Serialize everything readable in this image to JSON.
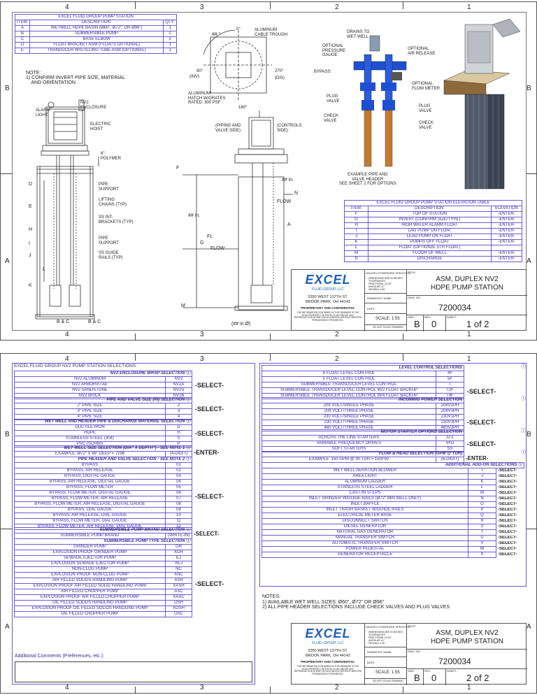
{
  "zones_top": [
    "4",
    "3",
    "2",
    "1"
  ],
  "zones_side": [
    "B",
    "A"
  ],
  "sheet1": {
    "station_table": {
      "title": "EXCEL FLUID GROUP PUMP STATION",
      "headers": [
        "ITEM:",
        "DESCRIPTION:",
        "QTY:"
      ],
      "rows": [
        [
          "A",
          "WETWELL HDPE BASIN (Ø60\", Ø72\", OR Ø96\")",
          "1"
        ],
        [
          "B",
          "SUBMERSIBLE PUMP",
          "2"
        ],
        [
          "C",
          "BASE ELBOW",
          "2"
        ],
        [
          "D",
          "FLOAT BRACKET ASM (FLOATS OPTIONAL)",
          "1"
        ],
        [
          "E",
          "TRANDUCER W/STILLING TUBE ASM (OPTIONAL)",
          "1"
        ]
      ]
    },
    "note": "NOTE:\n1) CONFIRM INVERT PIPE SIZE, MATERIAL\n    AND ORIENTATION",
    "left_labels": {
      "alarm_light": "ALARM\nLIGHT",
      "enclosure": "NV2\nENCLOSURE",
      "hoist": "ELECTRIC\nHOIST",
      "poly": "6\"\nPOLYMER",
      "pipe_support1": "PIPE\nSUPPORT",
      "lifting": "LIFTING\nCHAINS (TYP)",
      "brackets": "SS INT-\nBRACKETS (TYP)",
      "pipe_support2": "PIPE\nSUPPORT",
      "rails": "SS GUIDE\nRAILS (TYP)",
      "d": "D",
      "e": "E",
      "h": "H",
      "i": "I",
      "j": "J",
      "l": "L",
      "k": "K",
      "bc1": "B & C",
      "bc2": "B & C"
    },
    "plan_labels": {
      "angle": "## °",
      "zero": "0°",
      "trough": "ALUMINUM\nCABLE TROUGH",
      "ninety": "90°",
      "inv": "(INV)",
      "two70": "270°",
      "dis": "(DIS)",
      "hatch": "ALUMINUM\nHATCH W/GRATES\nRATED: 300 PSF",
      "one80": "180°",
      "piping_side": "(PIPING AND\nVALVE SIDE)",
      "controls_side": "(CONTROLS\nSIDE)"
    },
    "section_labels": {
      "f": "F",
      "g": "G",
      "fl": "FL",
      "flow1": "FLOW",
      "flow2": "FLOW",
      "n": "N",
      "a": "A",
      "m": "M",
      "dim1": "## in.",
      "dim2": "## in.",
      "dim3": "(## in.Ø)"
    },
    "valve_labels": {
      "drains": "DRAINS TO\nWET WELL",
      "gauge": "OPTIONAL\nPRESSURE\nGAUGE",
      "release": "OPTIONAL\nAIR RELEASE",
      "bypass": "BYPASS",
      "flowmeter": "OPTIONAL\nFLOW METER",
      "plug1": "PLUG\nVALVE",
      "plug2": "PLUG\nVALVE",
      "check1": "CHECK\nVALVE",
      "check2": "CHECK\nVALVE",
      "caption": "EXAMPLE PIPE AND\nVALVE HEADER\nSEE SHEET 2 FOR OPTIONS"
    },
    "elevation_table": {
      "title": "EXCEL FLUID GROUP PUMP STATION ELEVATION TABLE",
      "headers": [
        "ITEM:",
        "DESCRIPTION:",
        "ELEVATION"
      ],
      "rows": [
        [
          "F",
          "TOP OF STATION",
          "-ENTER-"
        ],
        [
          "G",
          "INVERT (CONFIRM SIZE/TYPE)",
          "-ENTER-"
        ],
        [
          "H",
          "HIGH WATER ALARM FLOAT",
          "-ENTER-"
        ],
        [
          "I",
          "LAG PUMP ON FLOAT",
          "-ENTER-"
        ],
        [
          "J",
          "LEAD PUMP ON FLOAT",
          "-ENTER-"
        ],
        [
          "K",
          "PUMPS OFF FLOAT",
          "-ENTER-"
        ],
        [
          "L",
          "FLOAT (OPTIONAL 5TH FLOAT)",
          ""
        ],
        [
          "M",
          "FLOOR OF WELL",
          "-ENTER-"
        ],
        [
          "N",
          "DISCHARGE",
          "-ENTER-"
        ]
      ]
    },
    "title_block": {
      "sheet": "1 of 2"
    }
  },
  "title_block_common": {
    "logo": "EXCEL",
    "logo_sub": "FLUID GROUP, LLC",
    "address1": "5350 WEST 137TH ST.",
    "address2": "BROOK PARK, OH 44142",
    "prop": "PROPRIETARY AND CONFIDENTIAL",
    "disclaimer": "THE INFORMATION CONTAINED IN THIS DRAWING IS THE SOLE PROPERTY OF EXCEL FLUID GROUP. ANY REPRODUCTION IN PART OR AS A WHOLE WITHOUT WRITTEN PERMISSION IS PROHIBITED.",
    "unless": "UNLESS OTHERWISE SPECIFIED:",
    "tol": "DIMENSIONS ARE IN INCHES\nTOLERANCES:\nFRACTIONAL ±1/16\"\nANGULAR ±1°\nDECIMAL ±.06",
    "drawn": "DRAWN BY: NAME",
    "date": "DATE",
    "scale": "SCALE: 1:55",
    "noscale": "DO NOT SCALE DRAWING",
    "title_lbl": "TITLE:",
    "title": "ASM, DUPLEX NV2\nHDPE PUMP STATION",
    "dwg_lbl": "DWG. NO.",
    "dwg": "7200034",
    "size_lbl": "SIZE:",
    "size": "B",
    "rev_lbl": "REV.",
    "rev": "0",
    "sheet_lbl": "SHEET:"
  },
  "sheet2": {
    "left_title": "EXCEL FLUID GROUP NV2 PUMP STATION SELECTIONS:",
    "enclosure": {
      "title": "NV2 ENCLOSURE WRAP SELECTION",
      "rows": [
        [
          "NV2 ALUMINUM",
          "NV2"
        ],
        [
          "NV2 ARBORVITAE",
          "NV2A"
        ],
        [
          "NV2 SANDSTONE",
          "NV2S"
        ],
        [
          "NV2 BRICK",
          "NV2B"
        ]
      ]
    },
    "pipe_size": {
      "title": "PIPE AND VALVE SIZE (IN) SELECTION",
      "rows": [
        [
          "2\" PIPE SIZE",
          "2"
        ],
        [
          "3\" PIPE SIZE",
          "3"
        ],
        [
          "4\" PIPE SIZE",
          "4"
        ]
      ]
    },
    "material": {
      "title": "WET WELL AND HEADER PIPE & DISCHARGE MATERIAL SELECTION",
      "rows": [
        [
          "DUCTILE IRON",
          "D"
        ],
        [
          "HDPE",
          "H"
        ],
        [
          "STAINLESS STEEL (304)",
          "S"
        ],
        [
          "PVC (SCH80)",
          "P"
        ]
      ]
    },
    "wetwell": {
      "title": "WET WELL SIZE SELECTION (DIA\" X DEPTH\") - SEE NOTE 1",
      "rows": [
        [
          "EXAMPLE: Ø72\" X 96\" DEEP = 7296",
          "(4-DIGIT)"
        ]
      ]
    },
    "header": {
      "title": "PIPE HEADER AND VALVE SELECTION - SEE NOTE 2",
      "rows": [
        [
          "BYPASS",
          "01"
        ],
        [
          "BYPASS, AIR RELEASE",
          "02"
        ],
        [
          "BYPASS, DIGITAL GAUGE",
          "03"
        ],
        [
          "BYPASS, AIR RELEASE, DIGITAL GAUGE",
          "04"
        ],
        [
          "BYPASS, FLOW METER",
          "05"
        ],
        [
          "BYPASS, FLOW METER, DIGITAL GAUGE",
          "06"
        ],
        [
          "BYPASS, FLOW METER, AIR RELEASE",
          "07"
        ],
        [
          "BYPASS, FLOW METER, AIR RELEASE, DIGITAL GAUGE",
          "08"
        ],
        [
          "BYPASS, DIAL GAUGE",
          "09"
        ],
        [
          "BYPASS, AIR RELEASE, DIAL GAUGE",
          "10"
        ],
        [
          "BYPASS, FLOW METER, DIAL GAUGE",
          "11"
        ],
        [
          "BYPASS, FLOW METER, AIR RELEASE, DIAL GAUGE",
          "12"
        ]
      ]
    },
    "brand": {
      "title": "SUBMERSIBLE PUMP BRAND SELECTION",
      "rows": [
        [
          "SUBMERSIBLE PUMP BRAND",
          "(WRITE-IN)"
        ]
      ]
    },
    "pumptype": {
      "title": "SUBMERSIBLE PUMP TYPE SELECTION",
      "rows": [
        [
          "GRINDER PUMP",
          "GR"
        ],
        [
          "EXPLOSION PROOF GRINDER PUMP",
          "XGR"
        ],
        [
          "SEWAGE EJECTOR PUMP",
          "EJ"
        ],
        [
          "EXPLOSION SEWAGE EJECTOR PUMP",
          "XEJ"
        ],
        [
          "NON-CLOG PUMP",
          "NC"
        ],
        [
          "EXPLOSION PROOF NON-CLOG PUMP",
          "XNC"
        ],
        [
          "AIR FILLED SOLIDS HANDLING PUMP",
          "ASH"
        ],
        [
          "EXPLOSION PROOF AIR FILLED SOLID HANDLING PUMP",
          "XASH"
        ],
        [
          "AIR FILLED CHOPPER PUMP",
          "ASC"
        ],
        [
          "EXPLOSION PROOF AIR FILLED CHOPPER PUMP",
          "XASC"
        ],
        [
          "OIL FILLED SOLIDS HANDLING PUMP",
          "OSH"
        ],
        [
          "EXPLOSION PROOF OIL FILLED SOLIDS HANDLING PUMP",
          "XOSH"
        ],
        [
          "OIL FILLED CHOPPER PUMP",
          "OSC"
        ]
      ]
    },
    "comments": "Additional Comments (Preferences, etc.):",
    "level": {
      "title": "LEVEL CONTROL SELECTIONS",
      "rows": [
        [
          "4 FLOAT LEVEL CONTROL",
          "4F"
        ],
        [
          "5 FLOAT LEVEL CONTROL",
          "5F"
        ],
        [
          "SUBMERSIBLE TRANSDUCER LEVEL CONTROL",
          "T"
        ],
        [
          "SUBMERSIBLE TRANSDUCER LEVEL CONTROL W/2 FLOAT BACKUP",
          "T2F"
        ],
        [
          "SUBMERSIBLE TRANSDUCER LEVEL CONTROL W/4 FLOAT BACKUP",
          "T4F"
        ]
      ]
    },
    "power": {
      "title": "INCOMING POWER SELECTION",
      "rows": [
        [
          "208 VOLT/SINGLE PHASE",
          "208V1PH"
        ],
        [
          "208 VOLT/THREE PHASE",
          "208V3PH"
        ],
        [
          "230 VOLT/SINGLE PHASE",
          "230V1PH"
        ],
        [
          "230 VOLT/THREE PHASE",
          "230V3PH"
        ],
        [
          "460 VOLT/THREE PHASE",
          "460V3PH"
        ]
      ]
    },
    "starter": {
      "title": "MOTOR STARTER OPTIONS SELECTION",
      "rows": [
        [
          "ACROSS THE LINE STARTERS",
          "ATL"
        ],
        [
          "VARIABLE FREQUENCY DRIVES",
          "VFD"
        ],
        [
          "SOFT STARTERS",
          "SS"
        ]
      ]
    },
    "flow": {
      "title": "FLOW & HEAD SELECTION (GPM @ TDH)",
      "rows": [
        [
          "EXAMPLE: 150 GPM @ 90 TDH = 150F90",
          "(6-DIGIT)"
        ]
      ]
    },
    "addon": {
      "title": "ADDITIONAL ADD-ON SELECTIONS",
      "rows": [
        [
          "WET WELL AERATION BLOWER",
          "I",
          "-SELECT-"
        ],
        [
          "AREA LIGHT",
          "J",
          "-SELECT-"
        ],
        [
          "ALUMINUM LADDER",
          "K",
          "-SELECT-"
        ],
        [
          "STAINLESS STEEL LADDER",
          "L",
          "-SELECT-"
        ],
        [
          "CAST-IN STEPS",
          "M",
          "-SELECT-"
        ],
        [
          "INLET GRINDER W/GUIDE RAILS (Ø72\" MIN WELL ONLY)",
          "N",
          "-SELECT-"
        ],
        [
          "INLET BAFFLE",
          "O",
          "-SELECT-"
        ],
        [
          "INLET TRASH BASKET W/GUIDE RAILS",
          "P",
          "-SELECT-"
        ],
        [
          "ELECTRICAL METER BASE",
          "Q",
          "-SELECT-"
        ],
        [
          "DISCONNECT SWITCH",
          "R",
          "-SELECT-"
        ],
        [
          "DIESEL GENERATOR",
          "S",
          "-SELECT-"
        ],
        [
          "NATURAL GAS GENERATOR",
          "T",
          "-SELECT-"
        ],
        [
          "MANUAL TRANSFER SWITCH",
          "U",
          "-SELECT-"
        ],
        [
          "AUTOMATIC TRANSFER SWITCH",
          "V",
          "-SELECT-"
        ],
        [
          "POWER PEDESTAL",
          "W",
          "-SELECT-"
        ],
        [
          "GENERATOR RECEPTACLE",
          "X",
          "-SELECT-"
        ]
      ]
    },
    "select": "-SELECT-",
    "enter": "-ENTER-",
    "info": "ⓘ",
    "notes": "NOTES:\n1) AVAILABLE WET WELL SIZES: Ø60\", Ø72\" OR Ø96\"\n2) ALL PIPE HEADER SELECTIONS INCLUDE CHECK VALVES AND PLUG VALVES",
    "title_block": {
      "sheet": "2 of 2"
    }
  }
}
